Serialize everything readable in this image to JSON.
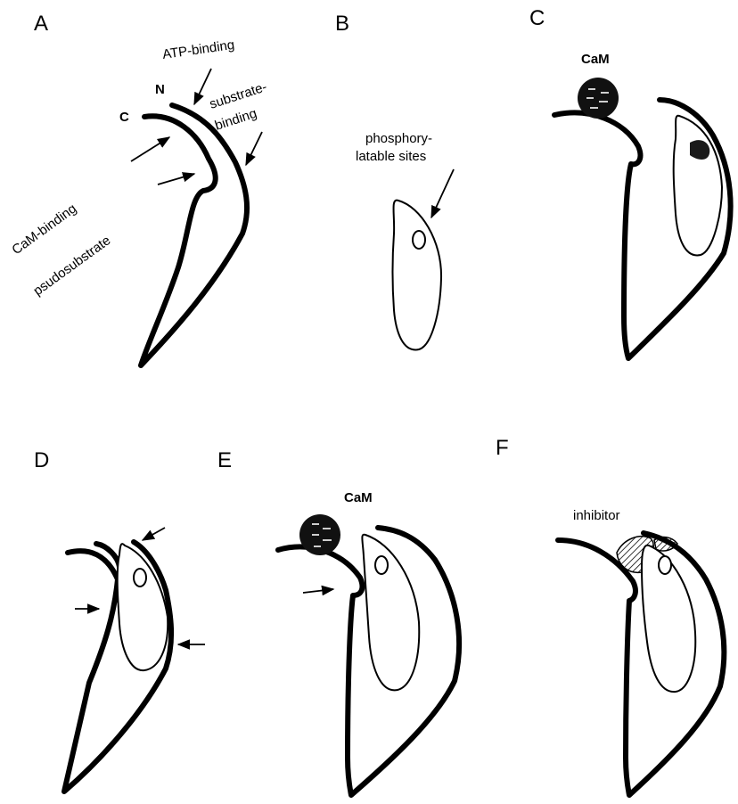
{
  "panels": {
    "a": {
      "letter": "A"
    },
    "b": {
      "letter": "B"
    },
    "c": {
      "letter": "C"
    },
    "d": {
      "letter": "D"
    },
    "e": {
      "letter": "E"
    },
    "f": {
      "letter": "F"
    }
  },
  "labels": {
    "atp_binding": "ATP-binding",
    "substrate_binding_line1": "substrate-",
    "substrate_binding_line2": "binding",
    "c_terminus": "C",
    "n_terminus": "N",
    "cam_binding": "CaM-binding",
    "psudosubstrate": "psudosubstrate",
    "phospho_line1": "phosphory-",
    "phospho_line2": "latable sites",
    "cam_c": "CaM",
    "cam_e": "CaM",
    "inhibitor": "inhibitor"
  },
  "colors": {
    "ink": "#000000",
    "background": "#ffffff"
  }
}
